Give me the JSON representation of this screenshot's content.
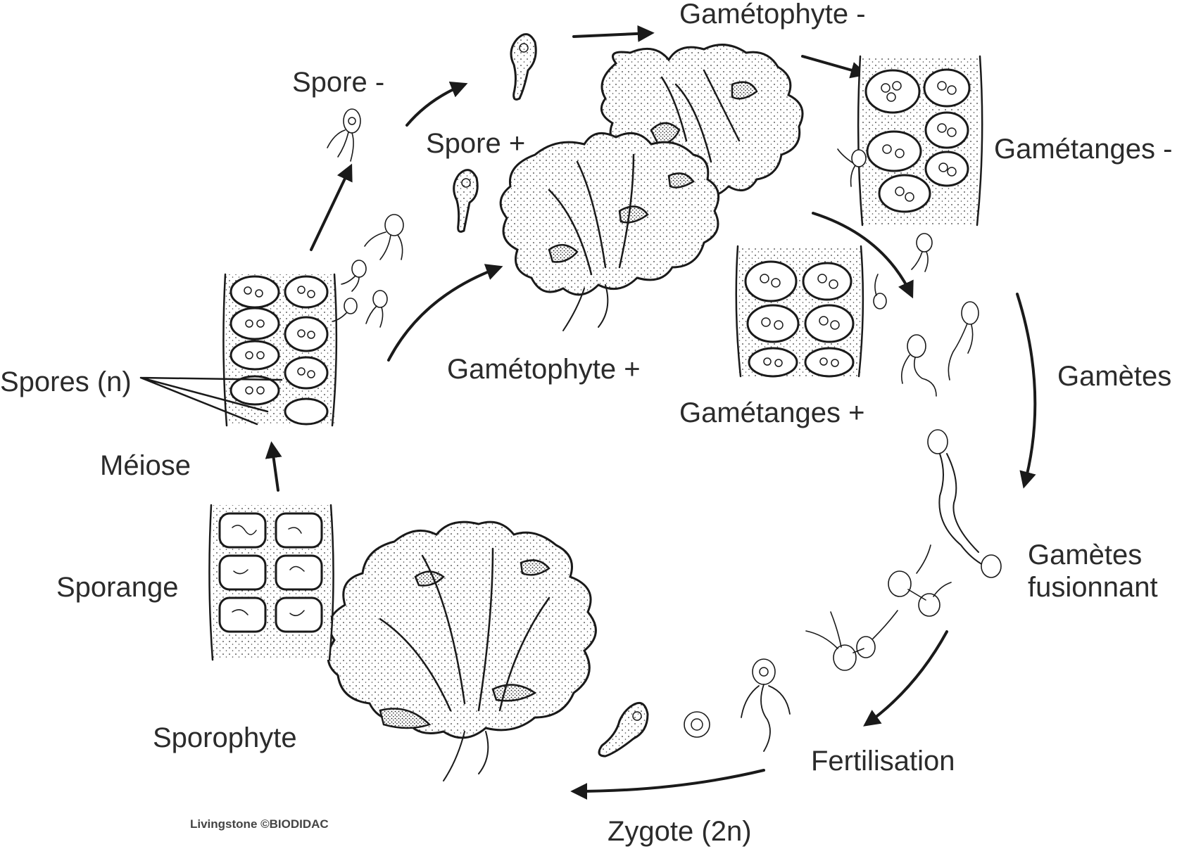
{
  "labels": {
    "gametophyte_minus": "Gamétophyte -",
    "spore_minus": "Spore -",
    "spore_plus": "Spore +",
    "gametanges_minus": "Gamétanges -",
    "gametes": "Gamètes",
    "gametes_fusion_1": "Gamètes",
    "gametes_fusion_2": "fusionnant",
    "fertilisation": "Fertilisation",
    "zygote": "Zygote (2n)",
    "sporophyte": "Sporophyte",
    "sporange": "Sporange",
    "meiose": "Méiose",
    "spores_n": "Spores (n)",
    "gametophyte_plus": "Gamétophyte +",
    "gametanges_plus": "Gamétanges +"
  },
  "credit": "Livingstone ©BIODIDAC",
  "colors": {
    "ink": "#1a1a1a",
    "text": "#2b2b2b",
    "background": "#ffffff"
  }
}
